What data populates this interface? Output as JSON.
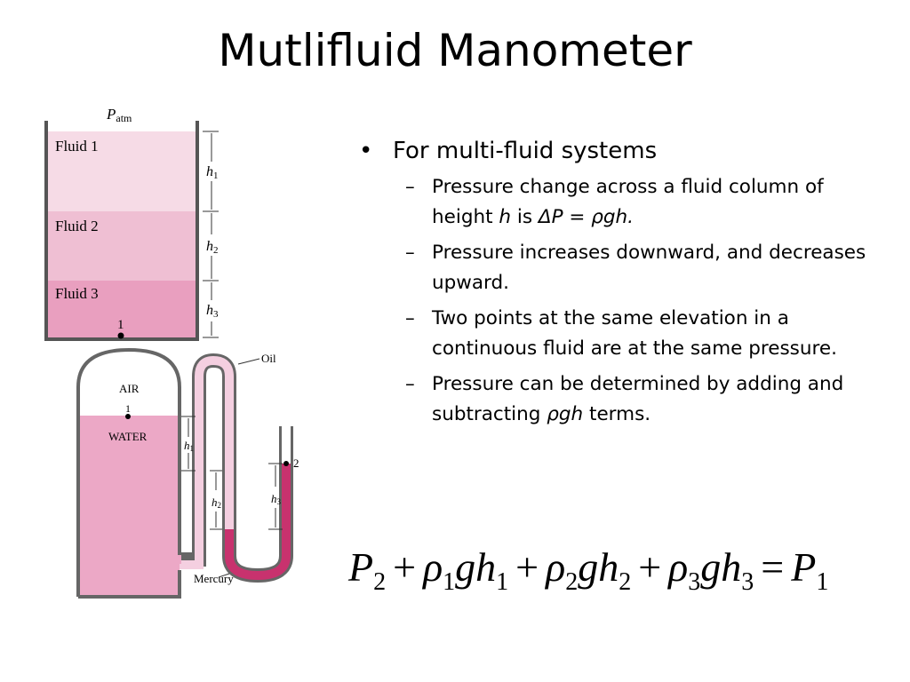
{
  "slide": {
    "title": "Mutlifluid Manometer"
  },
  "diagram_top": {
    "patm": "P",
    "patm_sub": "atm",
    "fluid1": "Fluid 1",
    "fluid2": "Fluid 2",
    "fluid3": "Fluid 3",
    "h1": "h",
    "h1_sub": "1",
    "h2": "h",
    "h2_sub": "2",
    "h3": "h",
    "h3_sub": "3",
    "point": "1",
    "colors": {
      "fluid1": "#f6dbe6",
      "fluid2": "#efbfd3",
      "fluid3": "#e99fbf",
      "wall": "#555555"
    }
  },
  "diagram_bottom": {
    "air": "AIR",
    "water": "WATER",
    "oil": "Oil",
    "mercury": "Mercury",
    "point1": "1",
    "point2": "2",
    "h1": "h",
    "h1_sub": "1",
    "h2": "h",
    "h2_sub": "2",
    "h3": "h",
    "h3_sub": "3",
    "colors": {
      "water": "#eca8c6",
      "oil": "#f4cfe0",
      "mercury": "#c8326e",
      "wall": "#666666"
    }
  },
  "bullets": {
    "main": "For multi-fluid systems",
    "sub1_a": "Pressure change across a fluid column of height ",
    "sub1_h": "h",
    "sub1_is": " is ",
    "sub1_formula": "ΔP = ρgh.",
    "sub2": "Pressure increases downward, and decreases upward.",
    "sub3": "Two points at the same elevation in a continuous fluid are at the same pressure.",
    "sub4_a": "Pressure can be determined by adding and subtracting ",
    "sub4_rho": "ρgh",
    "sub4_b": " terms."
  },
  "equation": {
    "P": "P",
    "sub_2": "2",
    "rho": "ρ",
    "g": "g",
    "h": "h",
    "sub_1": "1",
    "sub_3": "3",
    "plus": "+",
    "equals": "="
  }
}
